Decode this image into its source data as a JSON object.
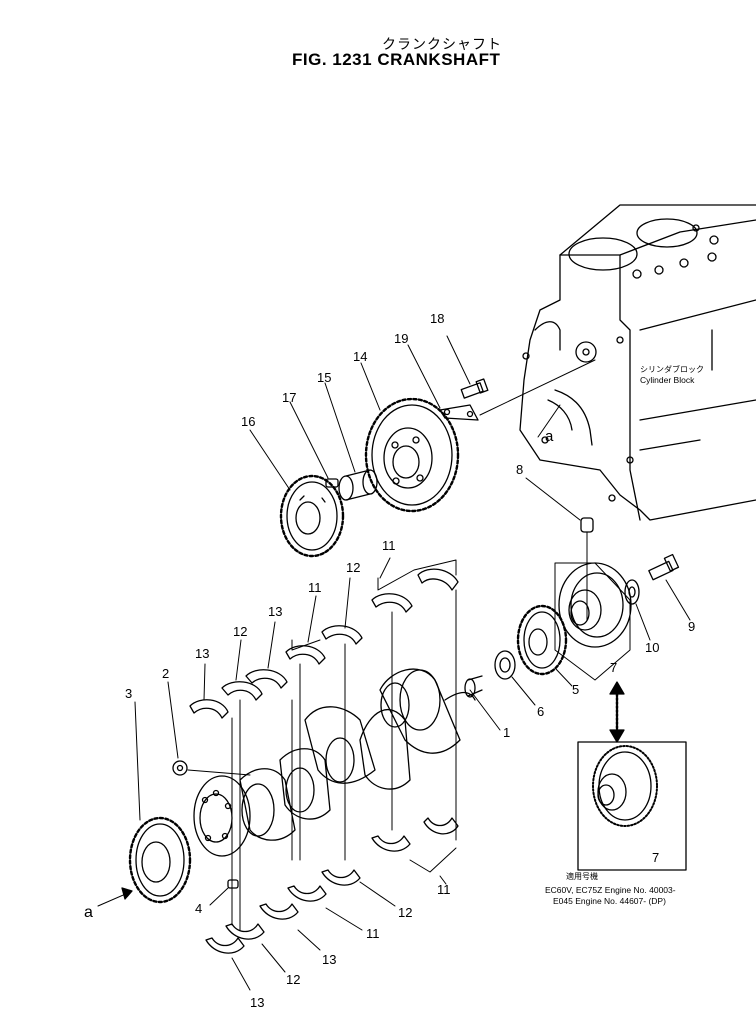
{
  "header": {
    "title_jp": "クランクシャフト",
    "title": "FIG. 1231  CRANKSHAFT"
  },
  "block_label": {
    "jp": "シリンダブロック",
    "en": "Cylinder Block"
  },
  "view_marker": "a",
  "callouts": [
    "1",
    "2",
    "3",
    "4",
    "5",
    "6",
    "7",
    "8",
    "9",
    "10",
    "11",
    "12",
    "13",
    "14",
    "15",
    "16",
    "17",
    "18",
    "19"
  ],
  "applicability": {
    "jp": "適用号機",
    "line1": "EC60V, EC75Z Engine No. 40003-",
    "line2": "E045    Engine No. 44607- (DP)"
  }
}
